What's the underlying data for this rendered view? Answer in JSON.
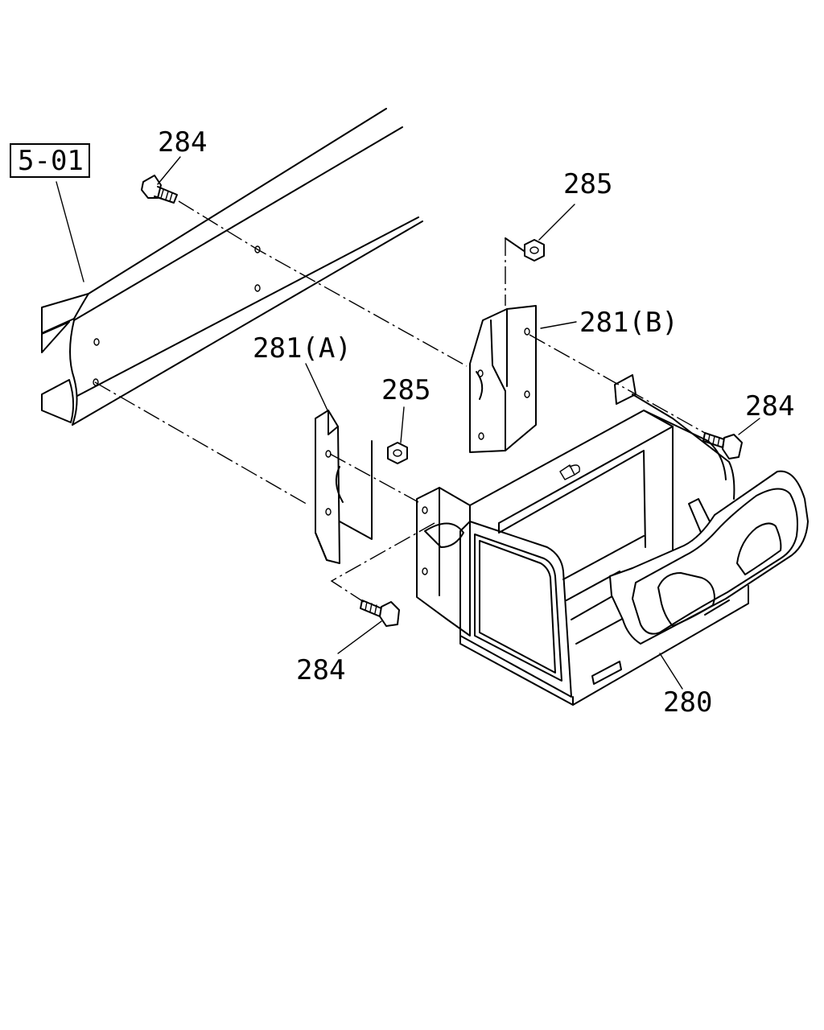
{
  "figure": {
    "reference": "5-01",
    "callouts": {
      "bolt_top_left": "284",
      "nut_top_right": "285",
      "bracket_b": "281(B)",
      "bracket_a": "281(A)",
      "nut_middle": "285",
      "bolt_right": "284",
      "bolt_bottom": "284",
      "battery_box": "280"
    }
  }
}
